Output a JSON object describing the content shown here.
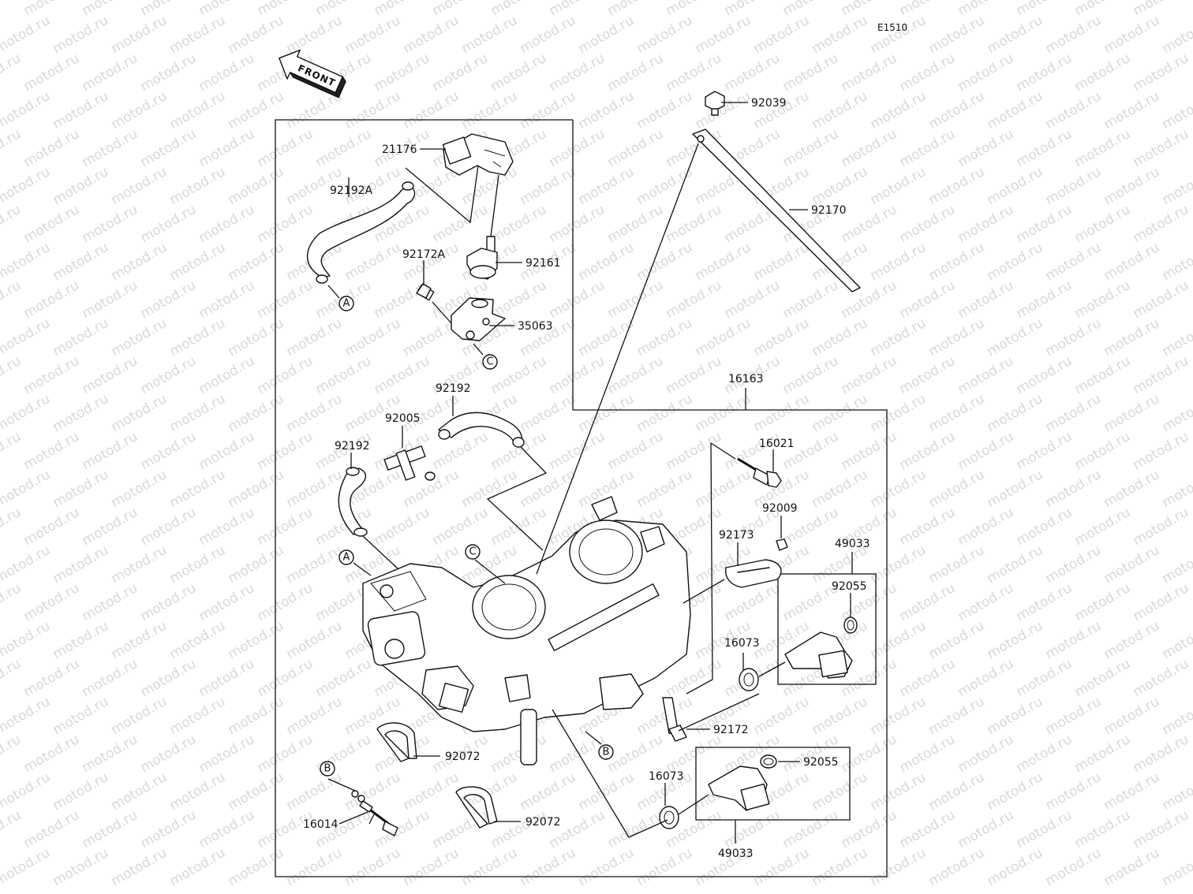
{
  "diagram_code": "E1510",
  "front_label": "FRONT",
  "watermark": "motod.ru",
  "parts": {
    "p21176": "21176",
    "p92192A": "92192A",
    "p92161": "92161",
    "p92172A": "92172A",
    "p35063": "35063",
    "p92039": "92039",
    "p92170": "92170",
    "p16163": "16163",
    "p92192_right": "92192",
    "p92005": "92005",
    "p92192_left": "92192",
    "p16021": "16021",
    "p92009": "92009",
    "p92173": "92173",
    "p49033_top": "49033",
    "p92055_top": "92055",
    "p16073_top": "16073",
    "p92172": "92172",
    "p92072_a": "92072",
    "p92072_b": "92072",
    "p92055_bottom": "92055",
    "p16073_bottom": "16073",
    "p49033_bottom": "49033",
    "p16014": "16014"
  },
  "refs": {
    "A1": "A",
    "A2": "A",
    "B1": "B",
    "B2": "B",
    "C1": "C",
    "C2": "C"
  }
}
